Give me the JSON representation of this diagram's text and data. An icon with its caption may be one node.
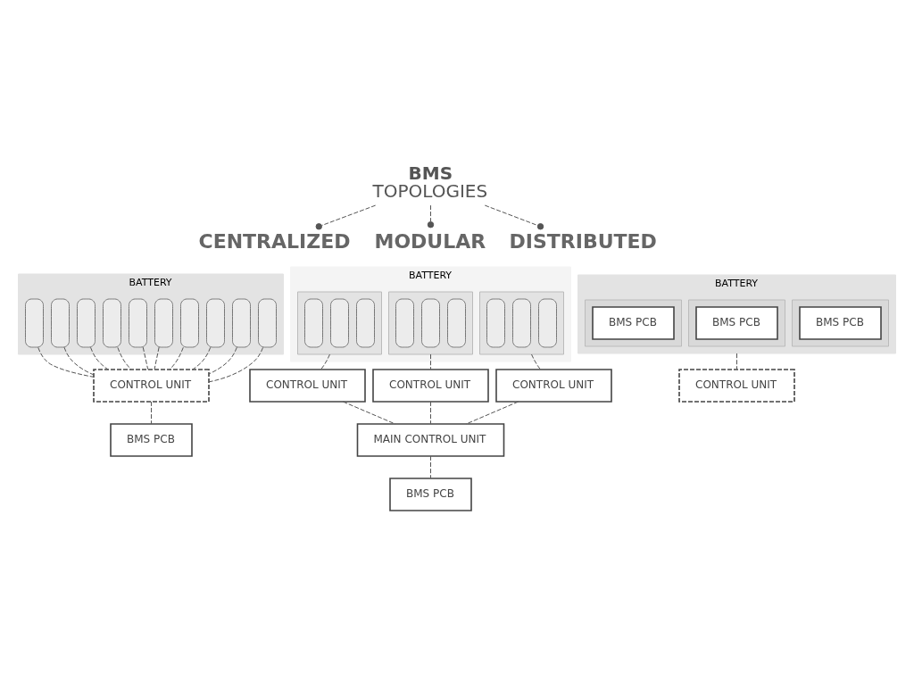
{
  "diagram": {
    "nodes": [
      {
        "text": [
          "BMS",
          "TOPOLOGIES"
        ]
      },
      {
        "text": [
          "CENTRALIZED"
        ]
      },
      {
        "text": [
          "BATTERY"
        ]
      },
      {
        "text": [],
        "shape": "box",
        "in": 2
      },
      {
        "text": [],
        "shape": "box",
        "in": 2
      },
      {
        "text": [],
        "shape": "box",
        "in": 2
      },
      {
        "text": [],
        "shape": "box",
        "in": 2
      },
      {
        "text": [],
        "shape": "box",
        "in": 2
      },
      {
        "text": [],
        "shape": "box",
        "in": 2
      },
      {
        "text": [],
        "shape": "box",
        "in": 2
      },
      {
        "text": [],
        "shape": "box",
        "in": 2
      },
      {
        "text": [],
        "shape": "box",
        "in": 2
      },
      {
        "text": [],
        "shape": "box",
        "in": 2
      },
      {
        "text": [
          "CONTROL UNIT"
        ]
      },
      {
        "text": [
          "BMS PCB"
        ]
      },
      {
        "text": [
          "MODULAR"
        ]
      },
      {
        "text": [
          "BATTERY"
        ]
      },
      {
        "text": [],
        "shape": "box",
        "in": 16
      },
      {
        "text": [],
        "shape": "box",
        "in": 17
      },
      {
        "text": [],
        "shape": "box",
        "in": 17
      },
      {
        "text": [],
        "shape": "box",
        "in": 17
      },
      {
        "text": [],
        "shape": "box",
        "in": 16
      },
      {
        "text": [],
        "shape": "box",
        "in": 21
      },
      {
        "text": [],
        "shape": "box",
        "in": 21
      },
      {
        "text": [],
        "shape": "box",
        "in": 21
      },
      {
        "text": [],
        "shape": "box",
        "in": 16
      },
      {
        "text": [],
        "shape": "box",
        "in": 25
      },
      {
        "text": [],
        "shape": "box",
        "in": 25
      },
      {
        "text": [],
        "shape": "box",
        "in": 25
      },
      {
        "text": [
          "CONTROL UNIT"
        ]
      },
      {
        "text": [
          "CONTROL UNIT"
        ]
      },
      {
        "text": [
          "CONTROL UNIT"
        ]
      },
      {
        "text": [
          "MAIN CONTROL UNIT"
        ]
      },
      {
        "text": [
          "BMS PCB"
        ]
      },
      {
        "text": [
          "DISTRIBUTED"
        ]
      },
      {
        "text": [
          "BATTERY"
        ]
      },
      {
        "text": [],
        "shape": "box",
        "in": 35
      },
      {
        "text": [
          "BMS PCB"
        ],
        "in": 36
      },
      {
        "text": [],
        "shape": "box",
        "in": 35
      },
      {
        "text": [
          "BMS PCB"
        ],
        "in": 38
      },
      {
        "text": [],
        "shape": "box",
        "in": 35
      },
      {
        "text": [
          "BMS PCB"
        ],
        "in": 40
      },
      {
        "text": [
          "CONTROL UNIT"
        ]
      }
    ],
    "edges": [
      {
        "from": 0,
        "to": 1,
        "arrow": "other",
        "style": "dashed"
      },
      {
        "from": 0,
        "to": 15,
        "arrow": "other",
        "style": "dashed"
      },
      {
        "from": 0,
        "to": 34,
        "arrow": "other",
        "style": "dashed"
      },
      {
        "from": 3,
        "to": 13,
        "arrow": "none",
        "style": "dashed"
      },
      {
        "from": 4,
        "to": 13,
        "arrow": "none",
        "style": "dashed"
      },
      {
        "from": 5,
        "to": 13,
        "arrow": "none",
        "style": "dashed"
      },
      {
        "from": 6,
        "to": 13,
        "arrow": "none",
        "style": "dashed"
      },
      {
        "from": 7,
        "to": 13,
        "arrow": "none",
        "style": "dashed"
      },
      {
        "from": 8,
        "to": 13,
        "arrow": "none",
        "style": "dashed"
      },
      {
        "from": 9,
        "to": 13,
        "arrow": "none",
        "style": "dashed"
      },
      {
        "from": 10,
        "to": 13,
        "arrow": "none",
        "style": "dashed"
      },
      {
        "from": 11,
        "to": 13,
        "arrow": "none",
        "style": "dashed"
      },
      {
        "from": 12,
        "to": 13,
        "arrow": "none",
        "style": "dashed"
      },
      {
        "from": 13,
        "to": 14,
        "arrow": "none",
        "style": "dashed"
      },
      {
        "from": 17,
        "to": 29,
        "arrow": "none",
        "style": "dashed"
      },
      {
        "from": 21,
        "to": 30,
        "arrow": "none",
        "style": "dashed"
      },
      {
        "from": 25,
        "to": 31,
        "arrow": "none",
        "style": "dashed"
      },
      {
        "from": 29,
        "to": 32,
        "arrow": "none",
        "style": "dashed"
      },
      {
        "from": 30,
        "to": 32,
        "arrow": "none",
        "style": "dashed"
      },
      {
        "from": 31,
        "to": 32,
        "arrow": "none",
        "style": "dashed"
      },
      {
        "from": 32,
        "to": 33,
        "arrow": "none",
        "style": "dashed"
      },
      {
        "from": 35,
        "to": 42,
        "arrow": "none",
        "style": "dashed"
      }
    ]
  }
}
